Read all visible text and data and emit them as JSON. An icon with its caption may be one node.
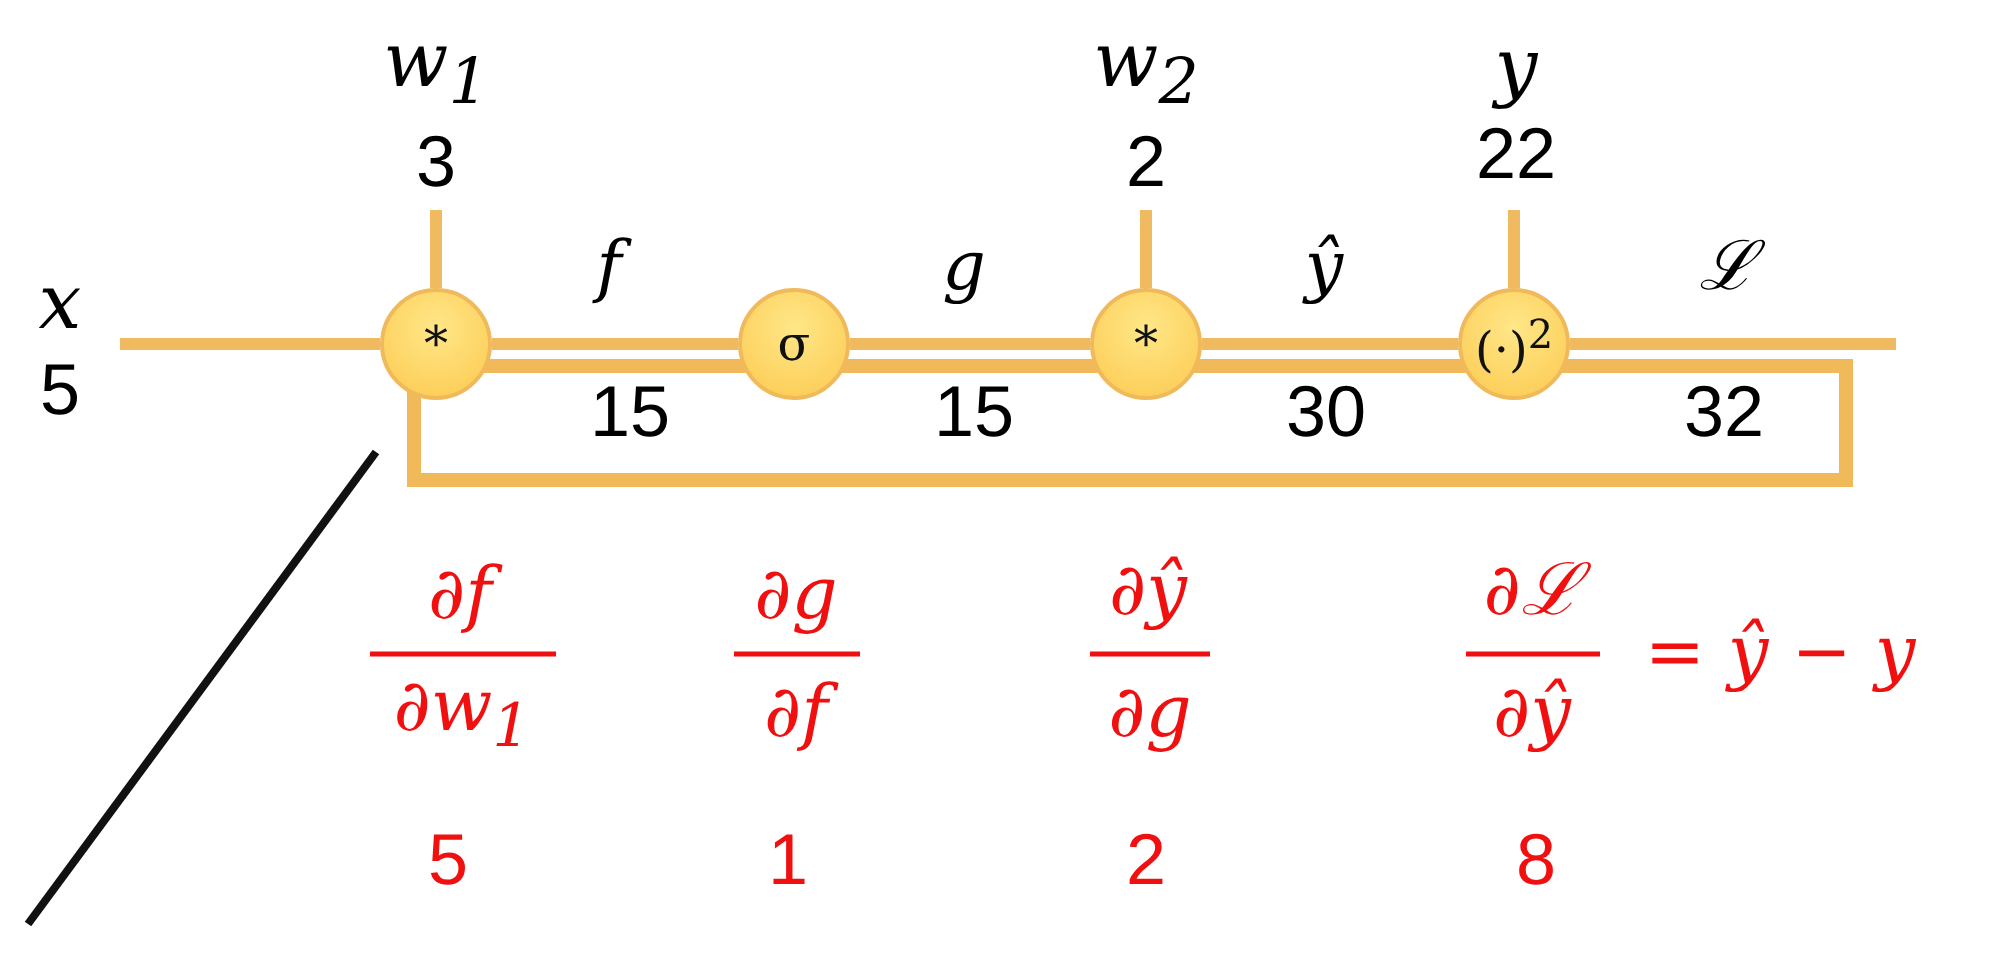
{
  "diagram": {
    "nodes": [
      {
        "text": [
          "x",
          "5"
        ]
      },
      {
        "text": [
          "w$_{1}$",
          "3"
        ]
      },
      {
        "text": [
          "*"
        ]
      },
      {
        "text": [
          "σ"
        ]
      },
      {
        "text": [
          "w$_{2}$",
          "2"
        ]
      },
      {
        "text": [
          "*"
        ]
      },
      {
        "text": [
          "y",
          "22"
        ]
      },
      {
        "text": [
          "(·)$^{2}$"
        ]
      }
    ],
    "edges": [
      {
        "from": 0,
        "to": 2,
        "arrow": "none"
      },
      {
        "from": 1,
        "to": 2,
        "arrow": "none"
      },
      {
        "from": 2,
        "to": 3,
        "arrow": "none",
        "label": "f"
      },
      {
        "from": 3,
        "to": 5,
        "arrow": "none",
        "label": "g"
      },
      {
        "from": 4,
        "to": 5,
        "arrow": "none"
      },
      {
        "from": 5,
        "to": 7,
        "arrow": "none",
        "label": "ŷ"
      },
      {
        "from": 6,
        "to": 7,
        "arrow": "none"
      },
      {
        "from": 7,
        "to": null,
        "arrow": "none",
        "label": "ℒ"
      }
    ],
    "labels": [
      "15",
      "15",
      "30",
      "32",
      "∂f",
      "∂g",
      "∂ŷ",
      "∂ℒ",
      "= ŷ − y",
      "∂w$_{1}$",
      "∂f",
      "∂g",
      "∂ŷ",
      "5",
      "1",
      "2",
      "8"
    ]
  }
}
